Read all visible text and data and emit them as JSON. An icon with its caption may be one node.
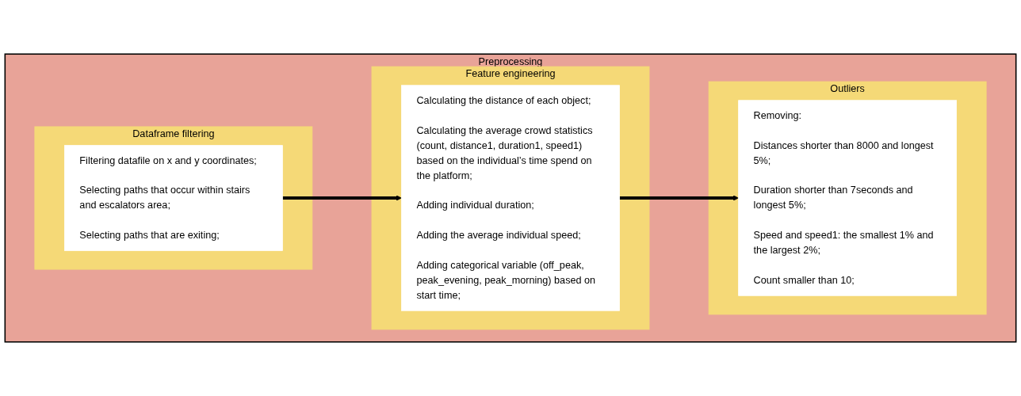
{
  "diagram": {
    "nodes": [
      {
        "text": [
          "Preprocessing"
        ]
      },
      {
        "text": [
          "Dataframe filtering"
        ],
        "in": 0
      },
      {
        "text": [
          "Filtering datafile on x and y coordinates;",
          "Selecting paths that occur within stairs and escalators area;",
          "Selecting paths that are exiting;"
        ],
        "in": 1
      },
      {
        "text": [
          "Feature engineering"
        ],
        "in": 0
      },
      {
        "text": [
          "Calculating the distance of each object;",
          "Calculating the average crowd statistics (count, distance1, duration1, speed1) based on the individual’s time spend on the platform;",
          "Adding individual duration;",
          "Adding the average individual speed;",
          "Adding categorical variable (off_peak, peak_evening, peak_morning) based on start time;"
        ],
        "in": 3
      },
      {
        "text": [
          "Outliers"
        ],
        "in": 0
      },
      {
        "text": [
          "Removing:",
          "Distances shorter than 8000 and longest 5%;",
          "Duration shorter than 7seconds and longest 5%;",
          "Speed and speed1: the smallest 1% and the largest 2%;",
          "Count smaller than 10;"
        ],
        "in": 5
      }
    ],
    "edges": [
      {
        "from": 2,
        "to": 4,
        "arrow": "to"
      },
      {
        "from": 4,
        "to": 6,
        "arrow": "to"
      }
    ]
  }
}
